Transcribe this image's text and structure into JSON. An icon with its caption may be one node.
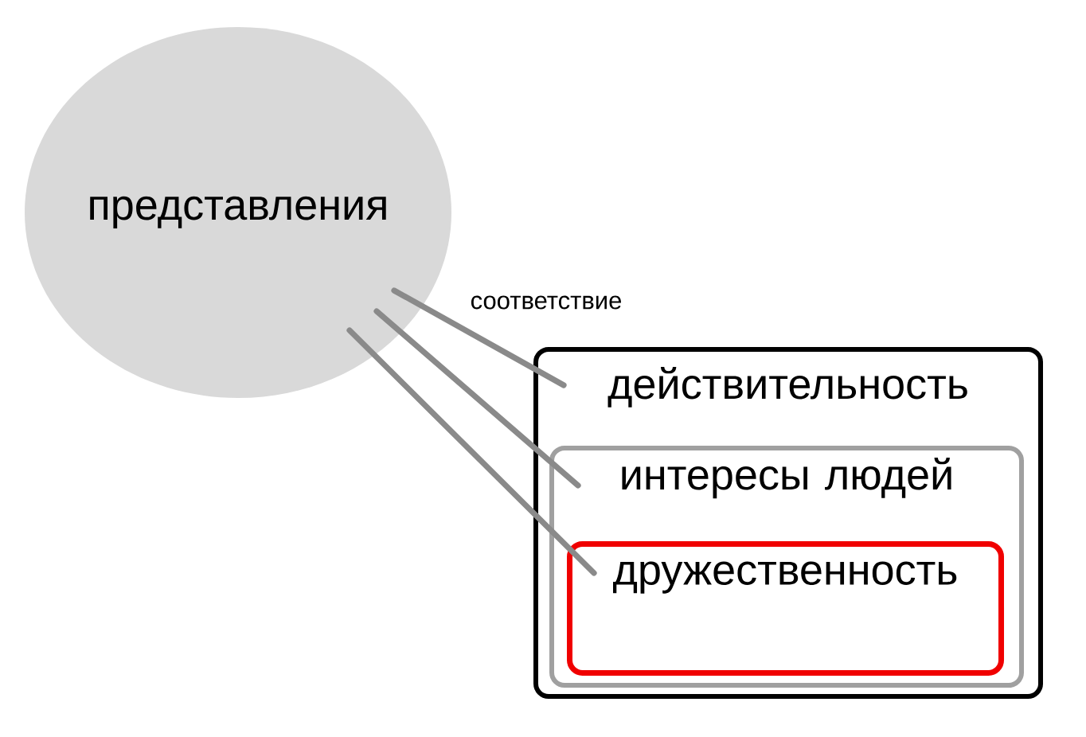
{
  "diagram": {
    "nodes": [
      {
        "text": [
          "представления"
        ]
      },
      {
        "text": [
          "действительность"
        ]
      },
      {
        "text": [
          "интересы людей"
        ],
        "in": 1
      },
      {
        "text": [
          "дружественность"
        ],
        "in": 2
      }
    ],
    "edges": [
      {
        "from": 0,
        "to": 1,
        "arrow": "none",
        "label": "соответствие"
      },
      {
        "from": 0,
        "to": 2,
        "arrow": "none"
      },
      {
        "from": 0,
        "to": 3,
        "arrow": "none"
      }
    ]
  }
}
